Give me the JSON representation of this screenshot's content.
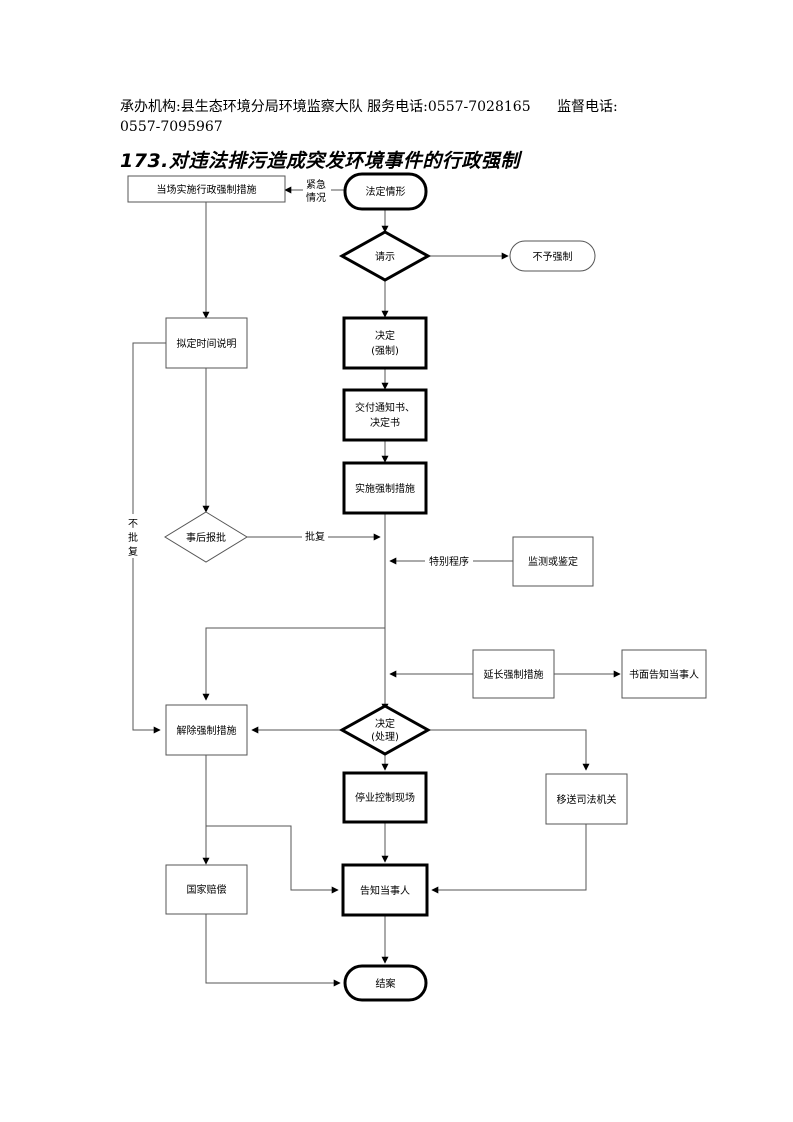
{
  "header": {
    "org": "承办机构:县生态环境分局环境监察大队",
    "service_phone": "服务电话:0557-7028165",
    "supervision_label": "监督电话:",
    "supervision_number": "0557-7095967"
  },
  "title": "173.对违法排污造成突发环境事件的行政强制",
  "nodes": {
    "legal_situation": "法定情形",
    "onsite_measures": "当场实施行政强制措施",
    "request": "请示",
    "no_enforcement": "不予强制",
    "draft_explanation": "拟定时间说明",
    "decision_enforce_1": "决定",
    "decision_enforce_2": "(强制)",
    "deliver_notice_1": "交付通知书、",
    "deliver_notice_2": "决定书",
    "implement_measures": "实施强制措施",
    "post_approval": "事后报批",
    "monitoring": "监测或鉴定",
    "extend_measures": "延长强制措施",
    "written_notice": "书面告知当事人",
    "release_measures": "解除强制措施",
    "decision_handle_1": "决定",
    "decision_handle_2": "(处理)",
    "transfer_judicial": "移送司法机关",
    "stop_control": "停业控制现场",
    "state_compensation": "国家赔偿",
    "notify_party": "告知当事人",
    "close_case": "结案"
  },
  "labels": {
    "emergency_1": "紧急",
    "emergency_2": "情况",
    "approve": "批复",
    "special_procedure": "特别程序",
    "not_approved_1": "不",
    "not_approved_2": "批",
    "not_approved_3": "复"
  }
}
